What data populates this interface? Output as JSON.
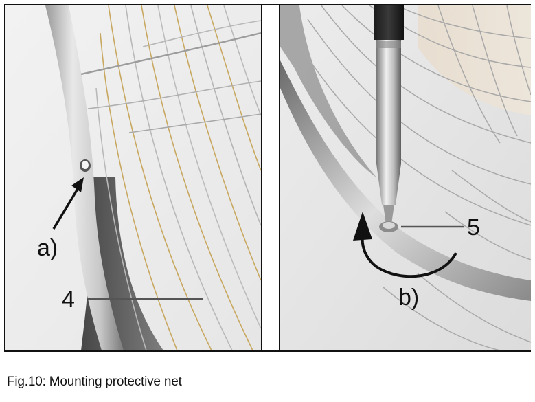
{
  "figure": {
    "caption": "Fig.10: Mounting protective net",
    "left_photo": {
      "label_a": "a)",
      "label_4": "4"
    },
    "right_photo": {
      "label_5": "5",
      "label_b": "b)"
    }
  }
}
